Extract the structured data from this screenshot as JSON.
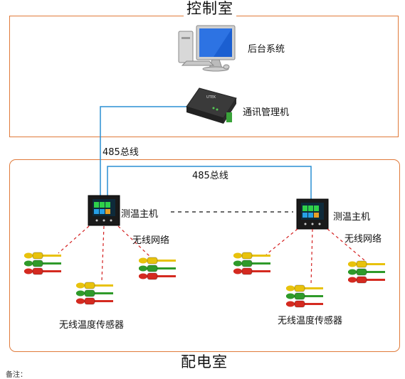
{
  "control_room": {
    "title": "控制室",
    "backend_label": "后台系统",
    "gateway_label": "通讯管理机"
  },
  "bus": {
    "vertical_label": "485总线",
    "horizontal_label": "485总线"
  },
  "power_room": {
    "title": "配电室",
    "host_left_label": "测温主机",
    "host_right_label": "测温主机",
    "wireless_left_label": "无线网络",
    "wireless_right_label": "无线网络",
    "sensors_left_label": "无线温度传感器",
    "sensors_right_label": "无线温度传感器"
  },
  "footer": {
    "note": "备注："
  },
  "colors": {
    "room_border": "#e07a3a",
    "bus_line": "#2a8fd4",
    "wireless_dash": "#d42020",
    "cable_yellow": "#e8c20c",
    "cable_green": "#2f9a2a",
    "cable_red": "#d42a20"
  }
}
